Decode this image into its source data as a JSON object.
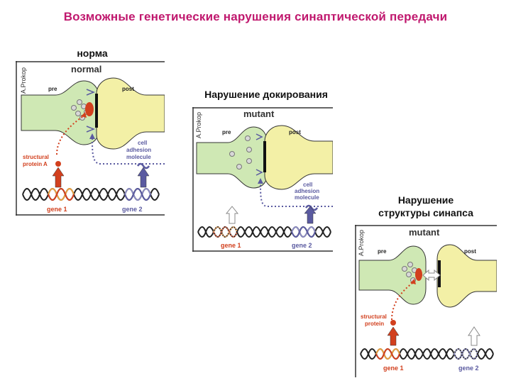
{
  "title": "Возможные генетические нарушения синаптической передачи",
  "captions": {
    "normal": "норма",
    "docking": "Нарушение докирования",
    "structure_line1": "Нарушение",
    "structure_line2": "структуры синапса"
  },
  "panels": {
    "normal": {
      "heading": "normal",
      "side_label": "A.Prokop",
      "pre": "pre",
      "post": "post",
      "protein_line1": "structural",
      "protein_line2": "protein A",
      "cam_line1": "cell",
      "cam_line2": "adhesion",
      "cam_line3": "molecule",
      "gene1": "gene 1",
      "gene2": "gene 2"
    },
    "docking": {
      "heading": "mutant",
      "side_label": "A.Prokop",
      "pre": "pre",
      "post": "post",
      "cam_line1": "cell",
      "cam_line2": "adhesion",
      "cam_line3": "molecule",
      "gene1": "gene 1",
      "gene2": "gene 2"
    },
    "structure": {
      "heading": "mutant",
      "side_label": "A.Prokop",
      "pre": "pre",
      "post": "post",
      "protein_line1": "structural",
      "protein_line2": "protein",
      "gene1": "gene 1",
      "gene2": "gene 2"
    }
  },
  "colors": {
    "title": "#c0186e",
    "presynapse": "#cfe8b4",
    "postsynapse": "#f3f0a6",
    "protein": "#d2401e",
    "adhesion": "#5a5aa0"
  }
}
